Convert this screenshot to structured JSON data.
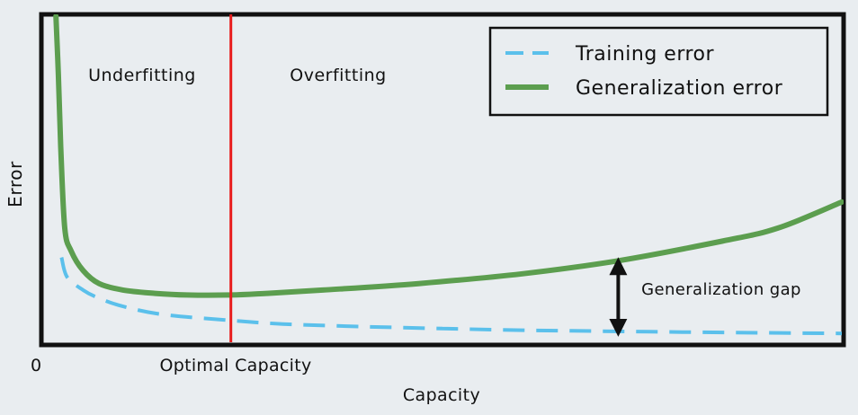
{
  "chart_data": {
    "type": "line",
    "xlabel": "Capacity",
    "ylabel": "Error",
    "x_origin_label": "0",
    "xlim": [
      0,
      100
    ],
    "ylim": [
      0,
      100
    ],
    "grid": false,
    "legend_position": "top-right",
    "series": [
      {
        "name": "Training error",
        "style": "dashed",
        "color": "#5bc0eb",
        "x": [
          2.3,
          3,
          5,
          7,
          10,
          15,
          23.5,
          30,
          40,
          50,
          60,
          70,
          80,
          90,
          100
        ],
        "y": [
          26,
          20,
          16,
          13.5,
          11,
          8.5,
          6.7,
          5.6,
          4.8,
          4.2,
          3.7,
          3.4,
          3.1,
          2.9,
          2.7
        ]
      },
      {
        "name": "Generalization error",
        "style": "solid",
        "color": "#5c9e4f",
        "x": [
          1.6,
          1.9,
          2.2,
          2.7,
          3.5,
          5,
          7,
          10,
          14,
          18,
          23.5,
          28,
          35,
          47,
          60,
          72,
          85,
          92,
          100
        ],
        "y": [
          100,
          82,
          60,
          35,
          28,
          22,
          18,
          16,
          15,
          14.5,
          14.5,
          15,
          16,
          18,
          21,
          25,
          31,
          35,
          43
        ]
      }
    ],
    "annotations": {
      "region_left": "Underfitting",
      "region_right": "Overfitting",
      "optimal_label": "Optimal Capacity",
      "optimal_x": 23.5,
      "optimal_line_color": "#e81c1c",
      "gap_label": "Generalization gap",
      "gap_x": 72
    }
  }
}
